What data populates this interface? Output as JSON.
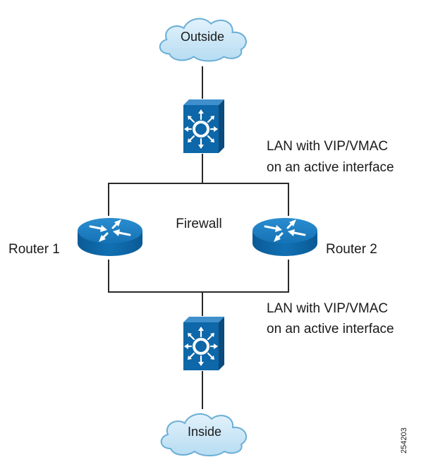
{
  "diagram": {
    "cloud_top": "Outside",
    "cloud_bottom": "Inside",
    "center_label": "Firewall",
    "router_left": "Router 1",
    "router_right": "Router 2",
    "lan_top": {
      "line1": "LAN with VIP/VMAC",
      "line2": "on an active interface"
    },
    "lan_bottom": {
      "line1": "LAN with VIP/VMAC",
      "line2": "on an active interface"
    },
    "figure_id": "254203"
  },
  "colors": {
    "device_blue": "#0a6aad",
    "device_dark": "#0b4f82",
    "cloud_fill": "#c6e4f5",
    "cloud_stroke": "#6aaed6",
    "line": "#2a2a2a"
  }
}
